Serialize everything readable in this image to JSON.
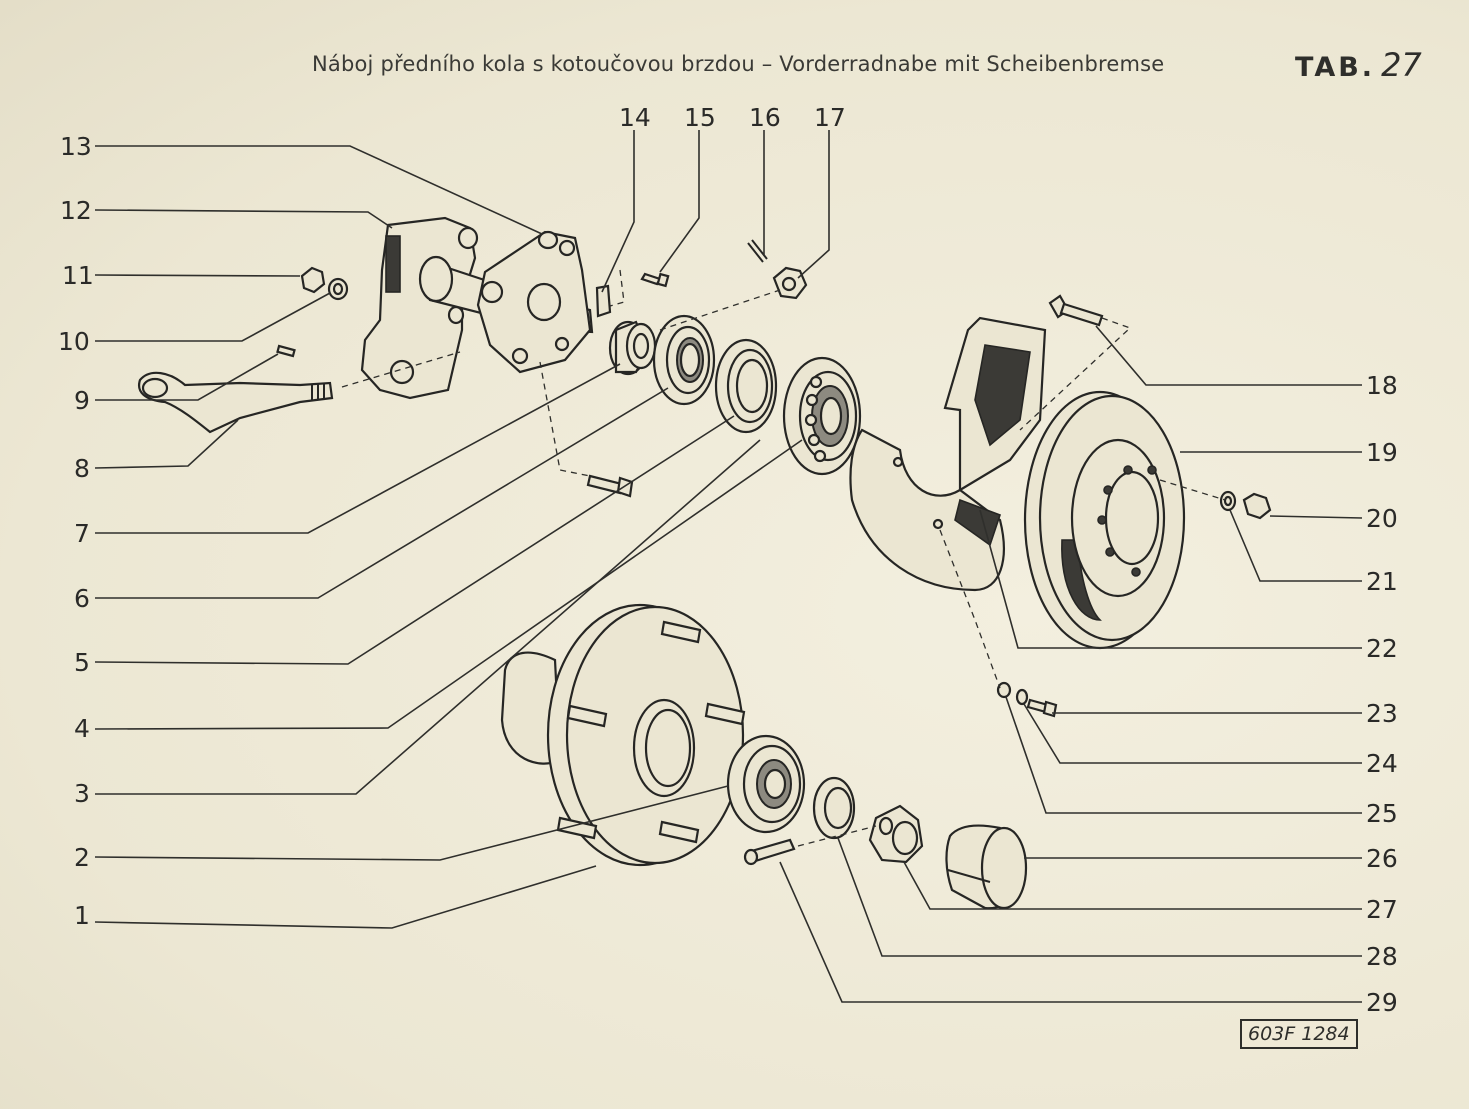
{
  "header": {
    "title": "Náboj předního kola s kotoučovou brzdou – Vorderradnabe mit Scheibenbremse",
    "tab_label": "TAB.",
    "tab_number": "27"
  },
  "footer": {
    "code": "603F 1284"
  },
  "callouts": [
    "1",
    "2",
    "3",
    "4",
    "5",
    "6",
    "7",
    "8",
    "9",
    "10",
    "11",
    "12",
    "13",
    "14",
    "15",
    "16",
    "17",
    "18",
    "19",
    "20",
    "21",
    "22",
    "23",
    "24",
    "25",
    "26",
    "27",
    "28",
    "29"
  ]
}
